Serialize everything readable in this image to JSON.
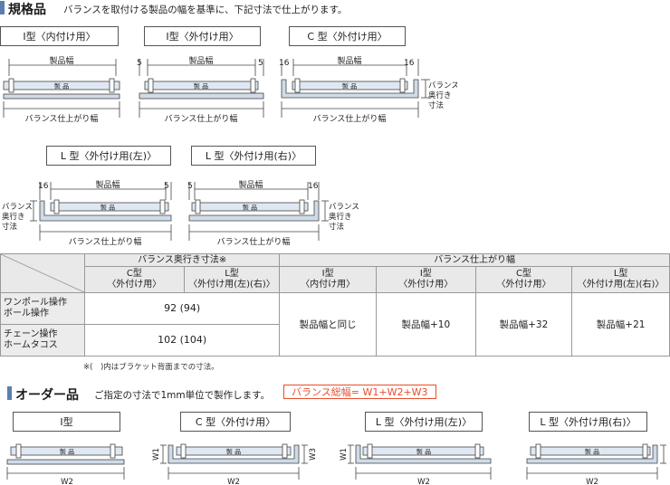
{
  "section1": {
    "title": "規格品",
    "description": "バランスを取付ける製品の幅を基準に、下記寸法で仕上がります。"
  },
  "standard_types": [
    {
      "label": "I型〈内付け用〉"
    },
    {
      "label": "I型〈外付け用〉"
    },
    {
      "label": "C 型〈外付け用〉"
    },
    {
      "label": "L 型〈外付け用(左)〉"
    },
    {
      "label": "L 型〈外付け用(右)〉"
    }
  ],
  "diagram_labels": {
    "product_width": "製品幅",
    "product": "製 品",
    "valance_width": "バランス仕上がり幅",
    "depth_l1": "バランス",
    "depth_l2": "奥行き",
    "depth_l3": "寸法",
    "five": "5",
    "sixteen": "16"
  },
  "table": {
    "group1": "バランス奥行き寸法※",
    "group2": "バランス仕上がり幅",
    "subheaders": [
      [
        "C型",
        "〈外付け用〉"
      ],
      [
        "L型",
        "〈外付け用(左)(右)〉"
      ],
      [
        "I型",
        "〈内付け用〉"
      ],
      [
        "I型",
        "〈外付け用〉"
      ],
      [
        "C型",
        "〈外付け用〉"
      ],
      [
        "L型",
        "〈外付け用(左)(右)〉"
      ]
    ],
    "rows": [
      {
        "name1": "ワンポール操作",
        "name2": "ボール操作",
        "depth": "92 (94)"
      },
      {
        "name1": "チェーン操作",
        "name2": "ホームタコス",
        "depth": "102 (104)"
      }
    ],
    "widths": [
      "製品幅と同じ",
      "製品幅+10",
      "製品幅+32",
      "製品幅+21"
    ],
    "note": "※(　)内はブラケット背面までの寸法。"
  },
  "section2": {
    "title": "オーダー品",
    "description": "ご指定の寸法で1mm単位で製作します。",
    "formula": "バランス総幅= W1+W2+W3"
  },
  "order_types": [
    {
      "label": "I型"
    },
    {
      "label": "C 型〈外付け用〉"
    },
    {
      "label": "L 型〈外付け用(左)〉"
    },
    {
      "label": "L 型〈外付け用(右)〉"
    }
  ],
  "order_labels": {
    "w1": "W1",
    "w2": "W2",
    "w3": "W3",
    "product": "製 品"
  }
}
